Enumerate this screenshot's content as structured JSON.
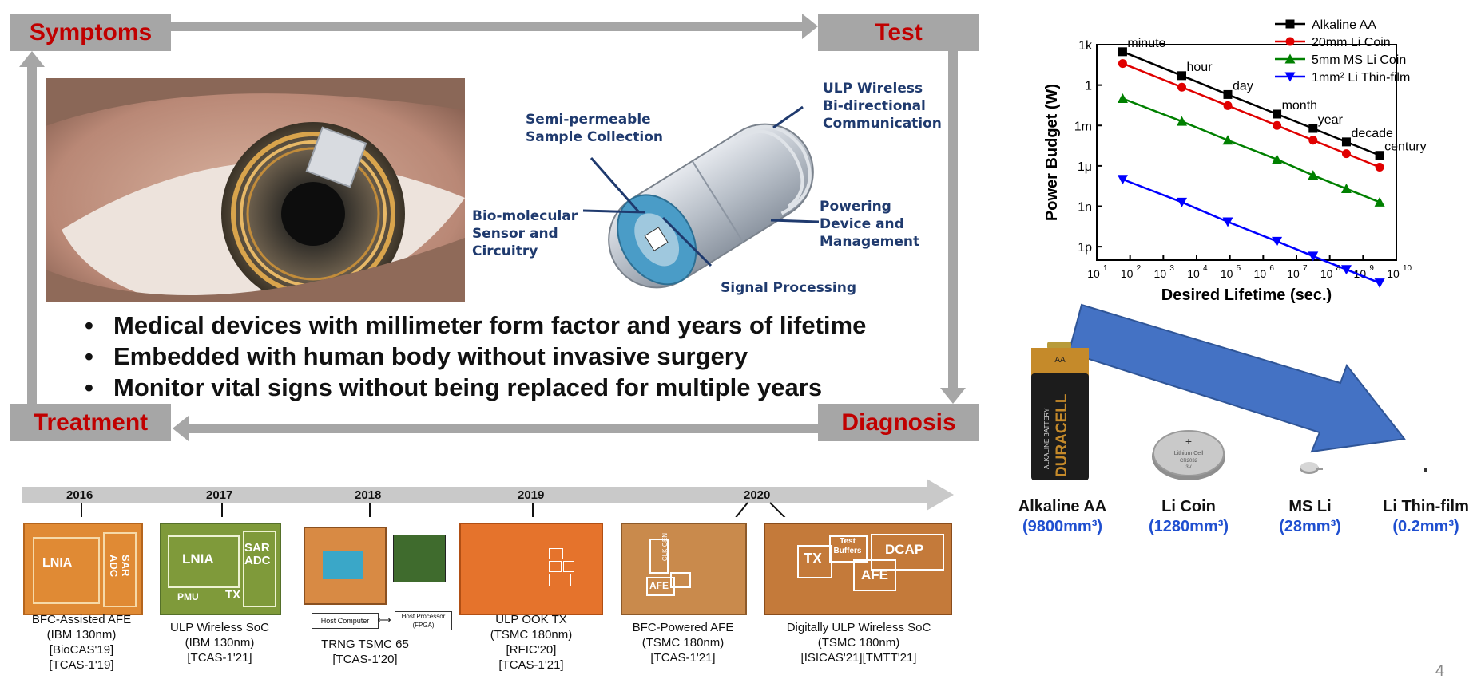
{
  "cycle": {
    "symptoms": "Symptoms",
    "test": "Test",
    "treatment": "Treatment",
    "diagnosis": "Diagnosis"
  },
  "device_callouts": {
    "wireless": [
      "ULP Wireless",
      "Bi-directional",
      "Communication"
    ],
    "sample": [
      "Semi-permeable",
      "Sample Collection"
    ],
    "sensor": [
      "Bio-molecular",
      "Sensor and",
      "Circuitry"
    ],
    "powering": [
      "Powering",
      "Device and",
      "Management"
    ],
    "signal": "Signal Processing"
  },
  "bullets": [
    "Medical devices with millimeter form factor and years of lifetime",
    "Embedded with human body without invasive surgery",
    "Monitor vital signs without being replaced for multiple years"
  ],
  "timeline": {
    "years": [
      "2016",
      "2017",
      "2018",
      "2019",
      "2020"
    ],
    "chips": [
      {
        "labels": [
          "LNIA",
          "SAR ADC"
        ],
        "caption": [
          "BFC-Assisted AFE",
          "(IBM 130nm)",
          "[BioCAS'19]",
          "[TCAS-1'19]"
        ]
      },
      {
        "labels": [
          "LNIA",
          "SAR ADC",
          "PMU",
          "TX"
        ],
        "caption": [
          "ULP Wireless SoC",
          "(IBM 130nm)",
          "[TCAS-1'21]"
        ]
      },
      {
        "labels": [
          "Host Computer",
          "Host Processor (FPGA)"
        ],
        "caption": [
          "TRNG TSMC 65",
          "[TCAS-1'20]"
        ]
      },
      {
        "labels": [],
        "caption": [
          "ULP OOK TX",
          "(TSMC 180nm)",
          "[RFIC'20]",
          "[TCAS-1'21]"
        ]
      },
      {
        "labels": [
          "CLK GEN",
          "AFE"
        ],
        "caption": [
          "BFC-Powered AFE",
          "(TSMC 180nm)",
          "[TCAS-1'21]"
        ]
      },
      {
        "labels": [
          "TX",
          "Test Buffers",
          "DCAP",
          "AFE"
        ],
        "caption": [
          "Digitally ULP Wireless SoC",
          "(TSMC 180nm)",
          "[ISICAS'21][TMTT'21]"
        ]
      }
    ]
  },
  "batteries": [
    {
      "name": "Alkaline AA",
      "volume": "(9800mm³)",
      "brand": "DURACELL",
      "sub": "ALKALINE BATTERY",
      "aa": "AA"
    },
    {
      "name": "Li Coin",
      "volume": "(1280mm³)",
      "cell": "Lithium Cell",
      "model": "CR2032",
      "volt": "3V"
    },
    {
      "name": "MS Li",
      "volume": "(28mm³)"
    },
    {
      "name": "Li Thin-film",
      "volume": "(0.2mm³)"
    }
  ],
  "chart_data": {
    "type": "line",
    "xlabel": "Desired Lifetime (sec.)",
    "ylabel": "Power Budget (W)",
    "x_scale": "log",
    "y_scale": "log",
    "xlim": [
      10,
      10000000000
    ],
    "ylim": [
      1e-13,
      1000
    ],
    "x_ticks": [
      {
        "v": 1,
        "l": "10"
      },
      {
        "v": 2,
        "l": "10"
      },
      {
        "v": 3,
        "l": "10"
      },
      {
        "v": 4,
        "l": "10"
      },
      {
        "v": 5,
        "l": "10"
      },
      {
        "v": 6,
        "l": "10"
      },
      {
        "v": 7,
        "l": "10"
      },
      {
        "v": 8,
        "l": "10"
      },
      {
        "v": 9,
        "l": "10"
      },
      {
        "v": 10,
        "l": "10"
      }
    ],
    "x_tick_exponents": [
      "1",
      "2",
      "3",
      "4",
      "5",
      "6",
      "7",
      "8",
      "9",
      "10"
    ],
    "y_ticks": [
      {
        "v": 3,
        "l": "1k"
      },
      {
        "v": 0,
        "l": "1"
      },
      {
        "v": -3,
        "l": "1m"
      },
      {
        "v": -6,
        "l": "1μ"
      },
      {
        "v": -9,
        "l": "1n"
      },
      {
        "v": -12,
        "l": "1p"
      }
    ],
    "x": [
      60,
      3600,
      86400,
      2592000,
      31536000,
      315360000,
      3153600000
    ],
    "point_labels": [
      "minute",
      "hour",
      "day",
      "month",
      "year",
      "decade",
      "century"
    ],
    "legend_position": "top-right",
    "series": [
      {
        "name": "Alkaline AA",
        "color": "#000000",
        "marker": "square",
        "values": [
          300,
          5,
          0.2,
          0.007,
          0.0006,
          6e-05,
          6e-06
        ]
      },
      {
        "name": "20mm Li Coin",
        "color": "#e00000",
        "marker": "circle",
        "values": [
          40,
          0.7,
          0.03,
          0.001,
          8e-05,
          8e-06,
          8e-07
        ]
      },
      {
        "name": "5mm MS Li Coin",
        "color": "#008000",
        "marker": "triangle-up",
        "values": [
          0.1,
          0.002,
          8e-05,
          3e-06,
          2e-07,
          2e-08,
          2e-09
        ]
      },
      {
        "name": "1mm² Li Thin-film",
        "color": "#0000ff",
        "marker": "triangle-down",
        "values": [
          1e-07,
          2e-09,
          7e-11,
          2.5e-12,
          2e-13,
          2e-14,
          2e-15
        ]
      }
    ]
  },
  "page_number": "4"
}
